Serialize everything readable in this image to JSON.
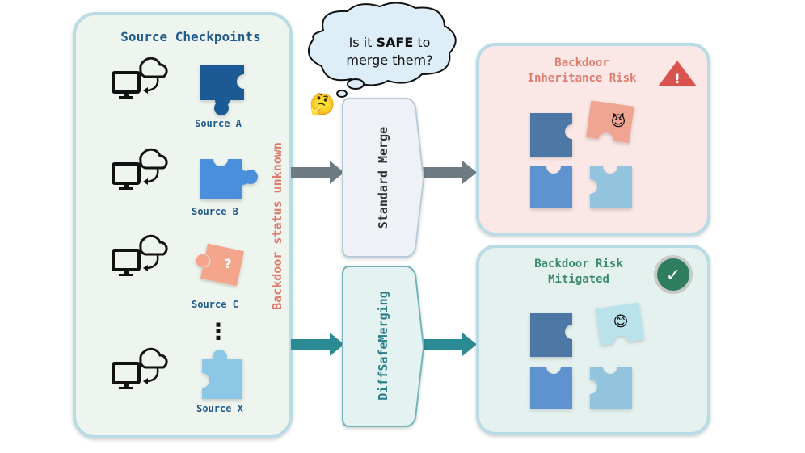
{
  "source_panel": {
    "title": "Source Checkpoints",
    "side_label": "Backdoor status unknown",
    "sources": [
      {
        "label": "Source A",
        "color": "#1f5a96"
      },
      {
        "label": "Source B",
        "color": "#4a8fdc"
      },
      {
        "label": "Source C",
        "color": "#f4a58c",
        "mark": "?"
      },
      {
        "label": "Source X",
        "color": "#8cc8e6"
      }
    ],
    "ellipsis": "⋮"
  },
  "thought": {
    "line1_pre": "Is it ",
    "line1_bold": "SAFE",
    "line1_post": " to",
    "line2": "merge them?",
    "emoji": "🤔"
  },
  "methods": {
    "standard": "Standard Merge",
    "safe": "DiffSafeMerging"
  },
  "results": {
    "risk": {
      "line1": "Backdoor",
      "line2": "Inheritance Risk",
      "badge": "!",
      "emoji": "😈",
      "bg": "#fbe8e6",
      "title_color": "#e07a6c"
    },
    "safe": {
      "line1": "Backdoor Risk",
      "line2": "Mitigated",
      "badge": "✓",
      "emoji": "😊",
      "bg": "#e4f1ef",
      "title_color": "#3a8a6f"
    }
  },
  "colors": {
    "arrow_gray": "#6e7b82",
    "arrow_teal": "#2b8b94",
    "title_blue": "#1f5a8c",
    "side_label": "#e07a6c"
  }
}
